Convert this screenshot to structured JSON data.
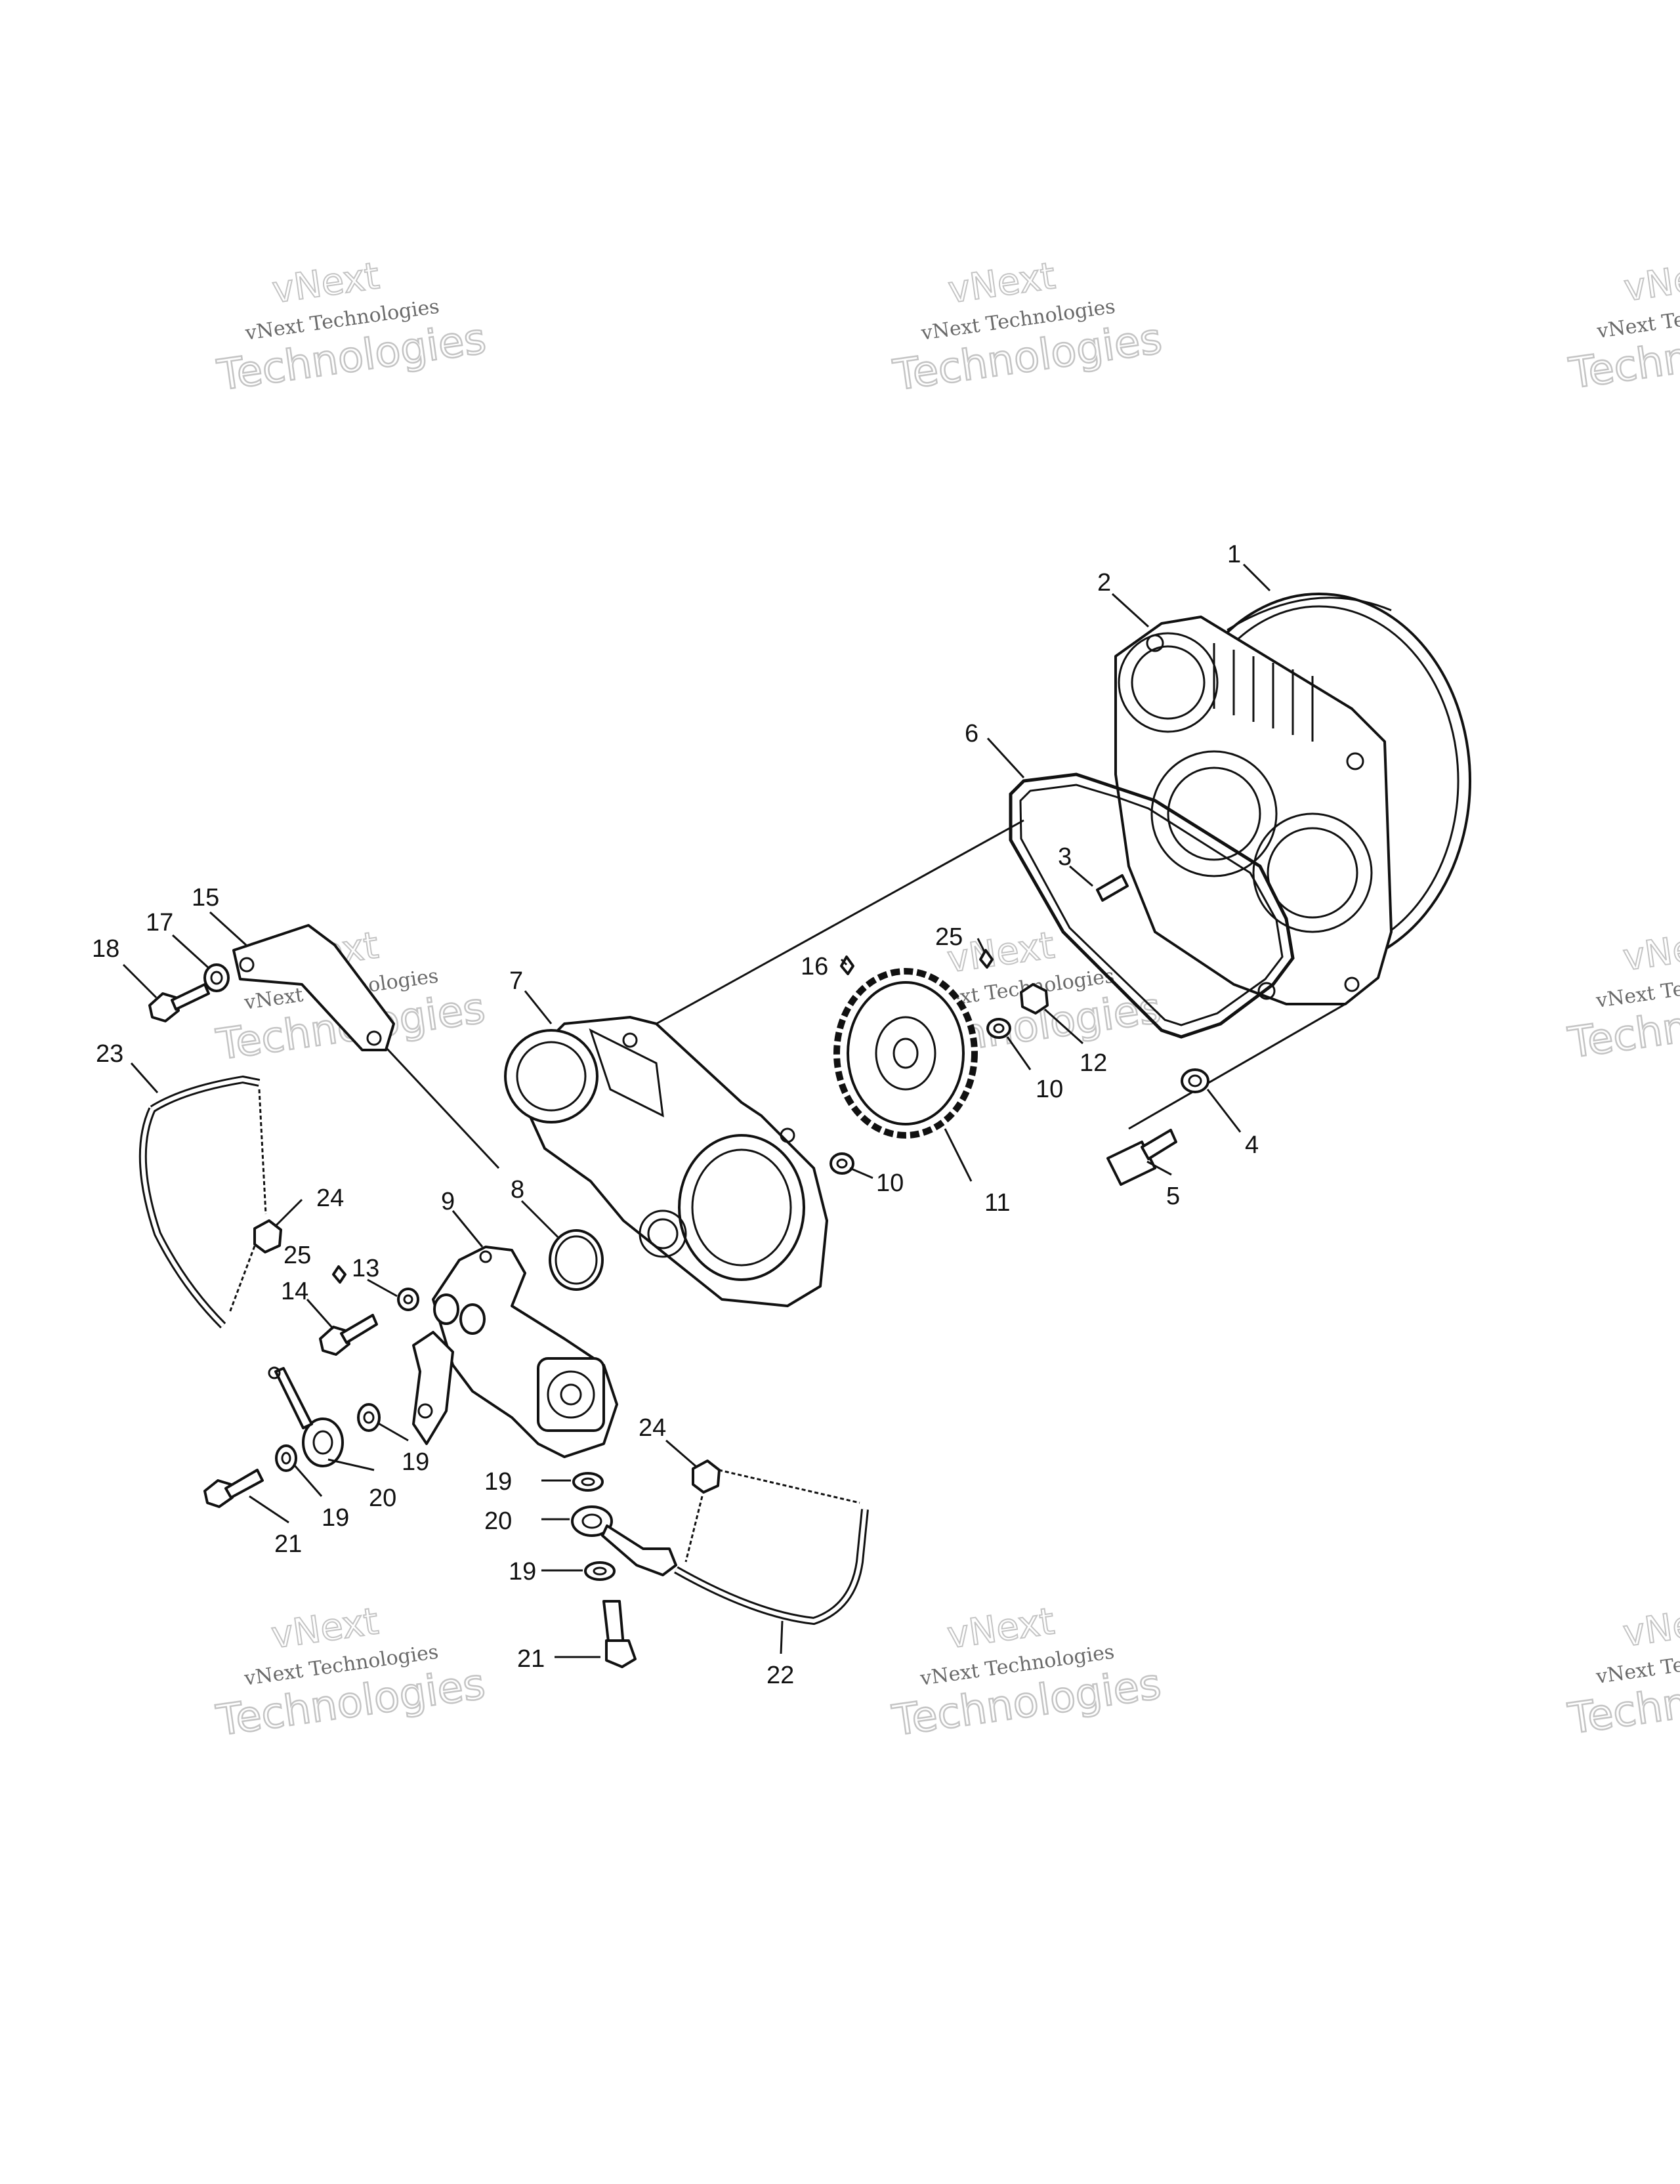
{
  "watermark": {
    "line1": "vNext",
    "line2": "vNext Technologies",
    "line3": "Technologies"
  },
  "callouts": {
    "c1": "1",
    "c2": "2",
    "c3": "3",
    "c4": "4",
    "c5": "5",
    "c6": "6",
    "c7": "7",
    "c8": "8",
    "c9": "9",
    "c10a": "10",
    "c10b": "10",
    "c11": "11",
    "c12": "12",
    "c13": "13",
    "c14": "14",
    "c15": "15",
    "c16": "16",
    "c17": "17",
    "c18": "18",
    "c19a": "19",
    "c19b": "19",
    "c19c": "19",
    "c19d": "19",
    "c20a": "20",
    "c20b": "20",
    "c21a": "21",
    "c21b": "21",
    "c22": "22",
    "c23": "23",
    "c24a": "24",
    "c24b": "24",
    "c25a": "25",
    "c25b": "25"
  }
}
